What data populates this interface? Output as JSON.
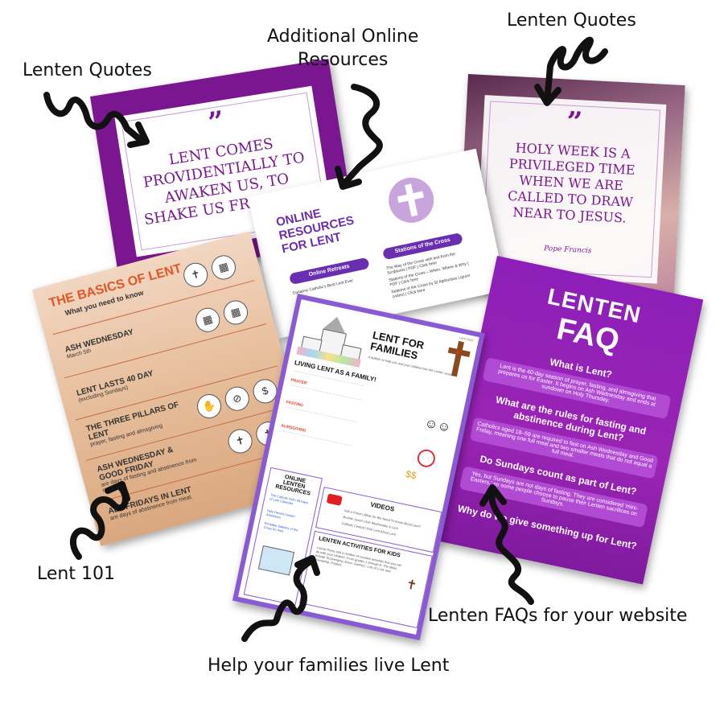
{
  "labels": {
    "lenten_quotes_left": "Lenten Quotes",
    "additional_online_resources": "Additional Online\nResources",
    "lenten_quotes_right": "Lenten Quotes",
    "lent_101": "Lent 101",
    "help_families": "Help your families live Lent",
    "lenten_faqs": "Lenten FAQs for your website"
  },
  "quote1": {
    "mark": "”",
    "text": "LENT COMES PROVIDENTIALLY TO AWAKEN US, TO SHAKE US FROM OUR"
  },
  "quote2": {
    "mark": "”",
    "text": "HOLY WEEK IS A PRIVILEGED TIME WHEN WE ARE CALLED TO DRAW NEAR TO JESUS.",
    "author": "Pope Francis"
  },
  "online_resources": {
    "title": "ONLINE RESOURCES FOR LENT",
    "col1_header": "Online Retreats",
    "col2_header": "Stations of the Cross",
    "col1_item": "Dynamic Catholic's Best Lent Ever",
    "col2_items": [
      "The Way of the Cross with text from the Scriptures | PDF | Click here",
      "Stations of the Cross – When, Where & Why | PDF | Click here",
      "Stations of the Cross by St Alphonsus Liguori (video) | Click here"
    ]
  },
  "basics": {
    "title": "THE BASICS OF LENT",
    "subtitle": "What you need to know",
    "items": [
      {
        "head": "ASH WEDNESDAY",
        "sub": "March 5th"
      },
      {
        "head": "LENT LASTS 40 DAY",
        "sub": "(excluding Sundays)"
      },
      {
        "head": "THE THREE PILLARS OF LENT",
        "sub": "prayer, fasting and almsgiving"
      },
      {
        "head": "ASH WEDNESDAY & GOOD FRIDAY",
        "sub": "are days of fasting and abstinence from meat."
      },
      {
        "head": "ALL FRIDAYS IN LENT",
        "sub": "are days of abstinence from meat."
      }
    ]
  },
  "faq": {
    "title1": "LENTEN",
    "title2": "FAQ",
    "questions": [
      {
        "q": "What is Lent?",
        "a": "Lent is the 40-day season of prayer, fasting, and almsgiving that prepares us for Easter. It begins on Ash Wednesday and ends at sundown on Holy Thursday."
      },
      {
        "q": "What are the rules for fasting and abstinence during Lent?",
        "a": "Catholics aged 18–59 are required to fast on Ash Wednesday and Good Friday, meaning one full meal and two smaller meals that do not equal a full meal."
      },
      {
        "q": "Do Sundays count as part of Lent?",
        "a": "Yes, but Sundays are not days of fasting. They are considered 'mini-Easters,' so some people choose to pause their Lenten sacrifices on Sundays."
      },
      {
        "q": "Why do we give something up for Lent?",
        "a": ""
      }
    ]
  },
  "families": {
    "year": "Lent 2025",
    "title": "LENT FOR FAMILIES",
    "tagline": "A bulletin to help you and your children live the Lenten season",
    "living_header": "LIVING LENT AS A FAMILY!",
    "prayer": "PRAYER",
    "fasting": "FASTING",
    "almsgiving": "ALMSGIVING",
    "online_header": "ONLINE LENTEN RESOURCES",
    "online_links": [
      "The Catholic Kid's 40 Days of Lent Calendar",
      "Holy Heroes Lenten Adventure",
      "Printable Stations of the Cross for Kids"
    ],
    "videos_header": "VIDEOS",
    "videos_lines": [
      "Ask a Priest | What Do We Need To Know About Lent?",
      "Brother Jason | Ash Wednesday & Lent",
      "Catholic Central | Fish Lent About Lent"
    ],
    "activities_header": "LENTEN ACTIVITIES FOR KIDS",
    "activities_text": "Loyola Press and a number of creative activities that you can do with your children. From grades 1 through 8. The ideas include 'Scavenging Jesus' Journey', Lots of Love and Friendship, Posters."
  }
}
